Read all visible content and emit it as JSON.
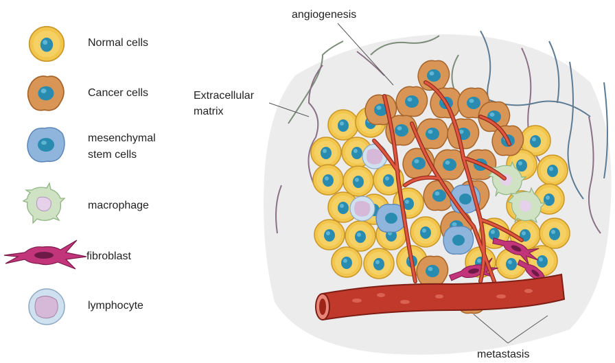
{
  "legend": {
    "normal_cells": "Normal cells",
    "cancer_cells": "Cancer cells",
    "msc_line1": "mesenchymal",
    "msc_line2": "stem cells",
    "macrophage": "macrophage",
    "fibroblast": "fibroblast",
    "lymphocyte": "lymphocyte"
  },
  "annotations": {
    "angiogenesis": "angiogenesis",
    "ecm_line1": "Extracellular",
    "ecm_line2": "matrix",
    "metastasis": "metastasis"
  },
  "colors": {
    "normal_cell": "#f2c54c",
    "cancer_cell": "#d89556",
    "nucleus": "#2a8bb0",
    "msc": "#8fb5dc",
    "macrophage": "#cfe2c4",
    "lymphocyte": "#d9c6dd",
    "fibroblast": "#c2357a",
    "vessel": "#c0392b",
    "background_blob": "#ececec"
  }
}
